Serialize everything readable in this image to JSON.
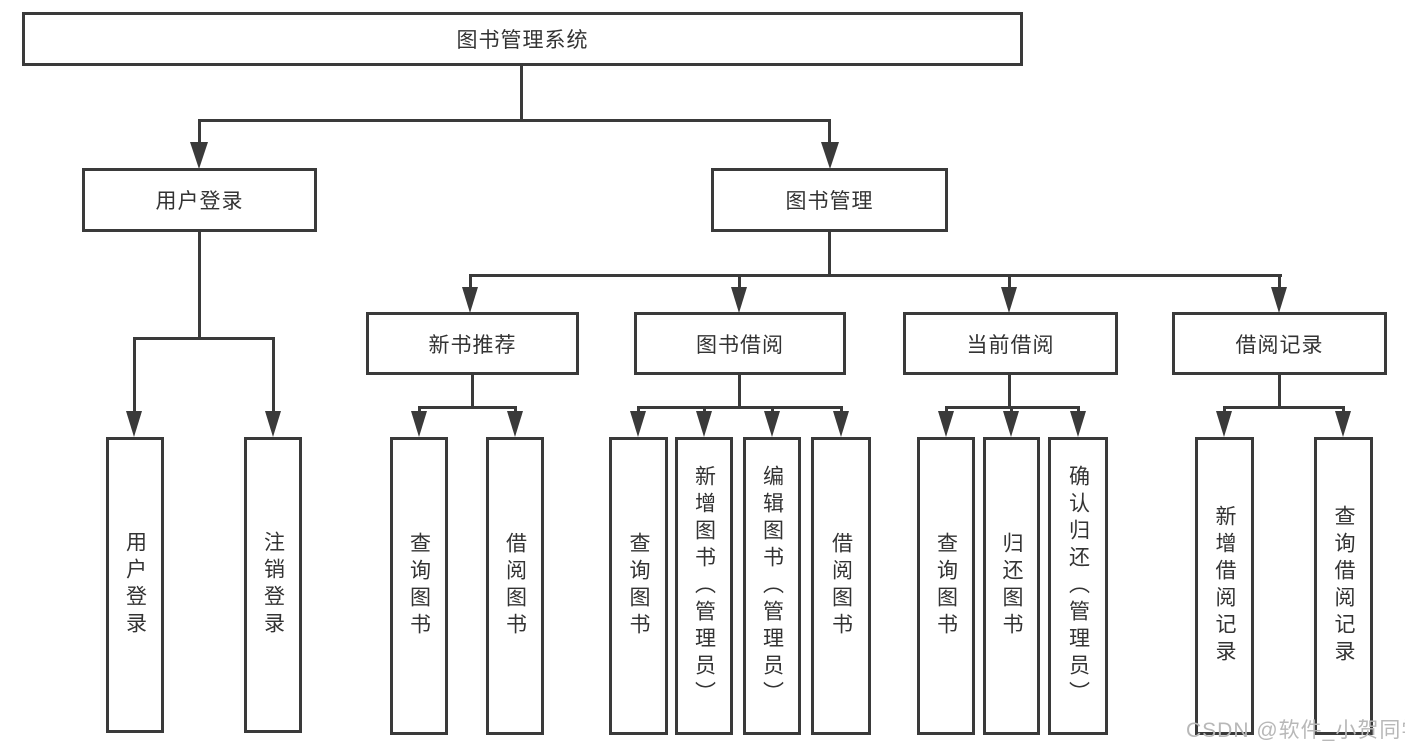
{
  "tree": {
    "root": {
      "label": "图书管理系统",
      "children": [
        {
          "label": "用户登录",
          "children": [
            {
              "label": "用户登录"
            },
            {
              "label": "注销登录"
            }
          ]
        },
        {
          "label": "图书管理",
          "children": [
            {
              "label": "新书推荐",
              "children": [
                {
                  "label": "查询图书"
                },
                {
                  "label": "借阅图书"
                }
              ]
            },
            {
              "label": "图书借阅",
              "children": [
                {
                  "label": "查询图书"
                },
                {
                  "label": "新增图书（管理员）"
                },
                {
                  "label": "编辑图书（管理员）"
                },
                {
                  "label": "借阅图书"
                }
              ]
            },
            {
              "label": "当前借阅",
              "children": [
                {
                  "label": "查询图书"
                },
                {
                  "label": "归还图书"
                },
                {
                  "label": "确认归还（管理员）"
                }
              ]
            },
            {
              "label": "借阅记录",
              "children": [
                {
                  "label": "新增借阅记录"
                },
                {
                  "label": "查询借阅记录"
                }
              ]
            }
          ]
        }
      ]
    }
  },
  "watermark": {
    "text": "CSDN @软件_小贺同学"
  },
  "colors": {
    "line": "#3a3a3a",
    "text": "#333333",
    "background": "#ffffff",
    "watermark": "#b8b8b8"
  }
}
